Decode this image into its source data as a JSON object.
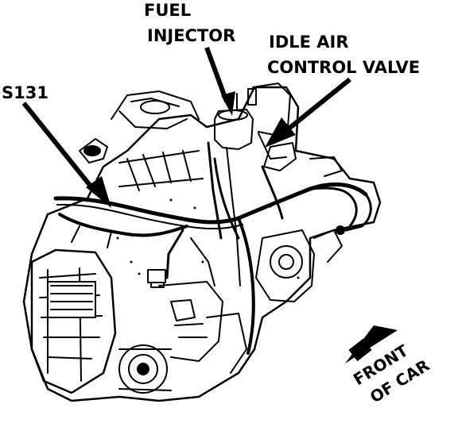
{
  "labels": {
    "fuel_line1": "FUEL",
    "fuel_line2": "INJECTOR",
    "idle_line1": "IDLE AIR",
    "idle_line2": "CONTROL VALVE",
    "splice": "S131",
    "front_line1": "FRONT",
    "front_line2": "OF CAR"
  },
  "colors": {
    "ink": "#000000",
    "paper": "#ffffff"
  }
}
